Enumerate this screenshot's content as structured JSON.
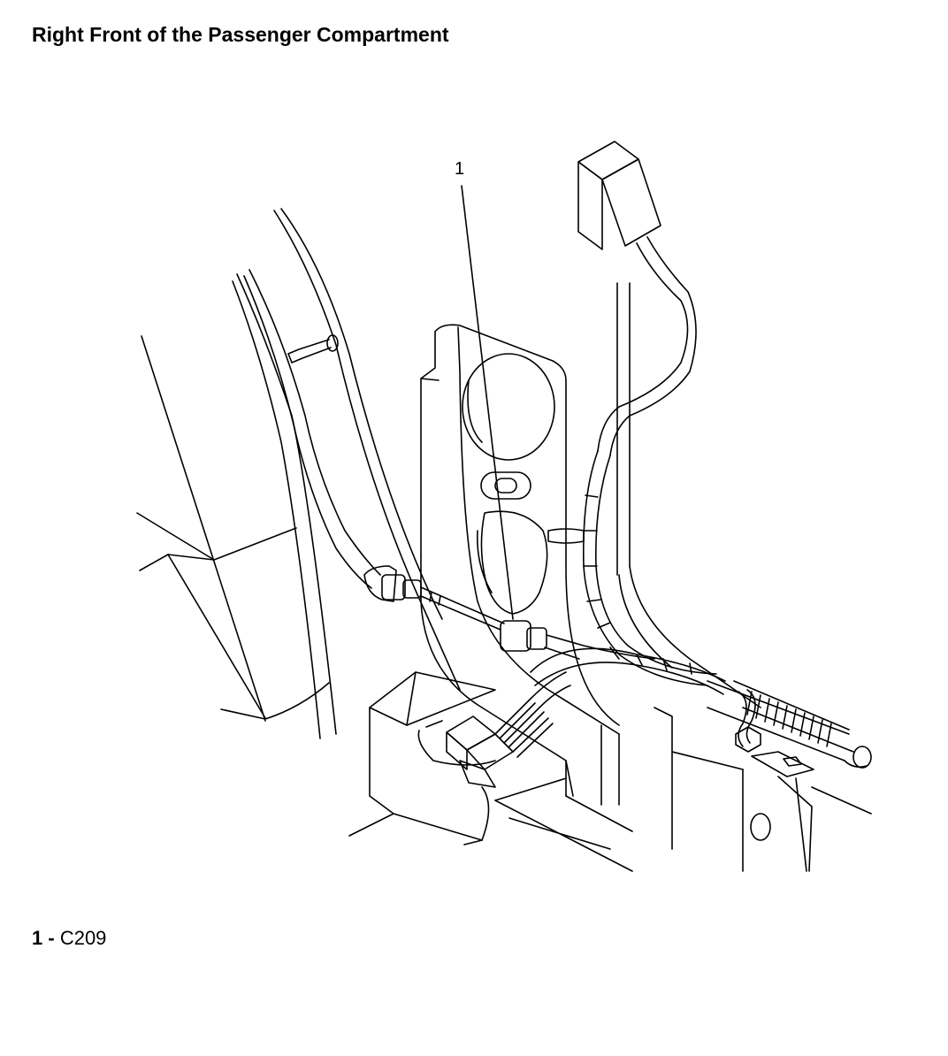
{
  "title": "Right Front of the Passenger Compartment",
  "callouts": [
    {
      "number": "1"
    }
  ],
  "legend": [
    {
      "number": "1",
      "separator": "-",
      "label": "C209"
    }
  ]
}
